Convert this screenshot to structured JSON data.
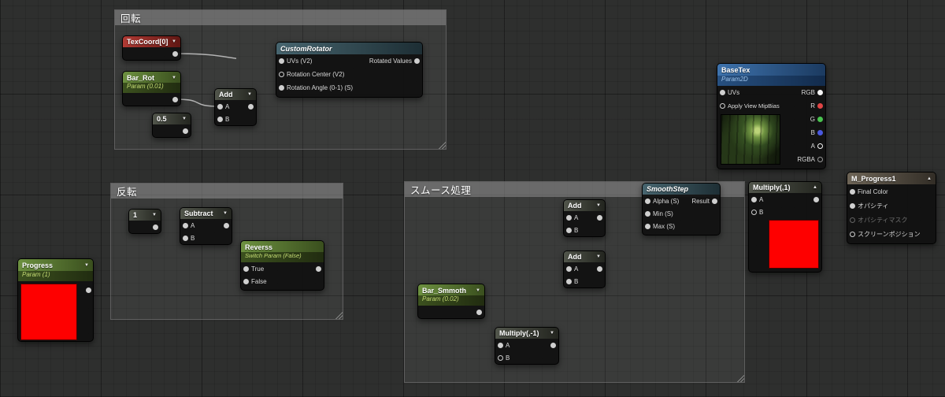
{
  "colors": {
    "wire": "#c4c4c4",
    "preview_red": "#fe0000"
  },
  "icons": {
    "collapse_down": "▼",
    "collapse_up": "▲"
  },
  "comments": {
    "rotate": {
      "label": "回転"
    },
    "invert": {
      "label": "反転"
    },
    "smooth": {
      "label": "スムース処理"
    }
  },
  "nodes": {
    "texcoord": {
      "title": "TexCoord[0]"
    },
    "bar_rot": {
      "title": "Bar_Rot",
      "subtitle": "Param (0.01)"
    },
    "half": {
      "title": "0.5"
    },
    "add1": {
      "title": "Add",
      "a": "A",
      "b": "B"
    },
    "custom_rotator": {
      "title": "CustomRotator",
      "in_uvs": "UVs (V2)",
      "in_center": "Rotation Center (V2)",
      "in_angle": "Rotation Angle (0-1) (S)",
      "out_rotated": "Rotated Values"
    },
    "basetex": {
      "title": "BaseTex",
      "subtitle": "Param2D",
      "in_uvs": "UVs",
      "in_mip": "Apply View MipBias",
      "out_rgb": "RGB",
      "out_r": "R",
      "out_g": "G",
      "out_b": "B",
      "out_a": "A",
      "out_rgba": "RGBA"
    },
    "m_progress": {
      "title": "M_Progress1",
      "in_final_color": "Final Color",
      "in_opacity": "オパシティ",
      "in_opacity_mask": "オパシティマスク",
      "in_screen_pos": "スクリーンポジション"
    },
    "multiply1": {
      "title": "Multiply(,1)",
      "a": "A",
      "b": "B"
    },
    "smoothstep": {
      "title": "SmoothStep",
      "row_alpha": "Alpha (S)",
      "row_result": "Result",
      "row_min": "Min (S)",
      "row_max": "Max (S)"
    },
    "add2": {
      "title": "Add",
      "a": "A",
      "b": "B"
    },
    "add3": {
      "title": "Add",
      "a": "A",
      "b": "B"
    },
    "one": {
      "title": "1"
    },
    "subtract": {
      "title": "Subtract",
      "a": "A",
      "b": "B"
    },
    "reverss": {
      "title": "Reverss",
      "subtitle": "Switch Param (False)",
      "in_true": "True",
      "in_false": "False"
    },
    "progress": {
      "title": "Progress",
      "subtitle": "Param (1)"
    },
    "bar_smmoth": {
      "title": "Bar_Smmoth",
      "subtitle": "Param (0.02)"
    },
    "multiply_neg": {
      "title": "Multiply(,-1)",
      "a": "A",
      "b": "B"
    }
  },
  "connections": [
    {
      "from": "texcoord.out",
      "to": "custom_rotator.in_uvs"
    },
    {
      "from": "bar_rot.out",
      "to": "add1.in_a"
    },
    {
      "from": "half.out",
      "to": "add1.in_b"
    },
    {
      "from": "add1.out",
      "to": "custom_rotator.in_angle"
    },
    {
      "from": "custom_rotator.out",
      "to": "basetex.in_uvs"
    },
    {
      "from": "custom_rotator.out",
      "to": "smoothstep.in_alpha"
    },
    {
      "from": "one.out",
      "to": "subtract.in_a"
    },
    {
      "from": "progress.out",
      "to": "subtract.in_b"
    },
    {
      "from": "progress.out",
      "to": "reverss.in_false"
    },
    {
      "from": "subtract.out",
      "to": "reverss.in_true"
    },
    {
      "from": "reverss.out",
      "to": "add2.in_a"
    },
    {
      "from": "reverss.out",
      "to": "add3.in_a"
    },
    {
      "from": "bar_smmoth.out",
      "to": "add2.in_b"
    },
    {
      "from": "bar_smmoth.out",
      "to": "multiply_neg.in_a"
    },
    {
      "from": "multiply_neg.out",
      "to": "add3.in_b"
    },
    {
      "from": "add2.out",
      "to": "smoothstep.in_min"
    },
    {
      "from": "add3.out",
      "to": "smoothstep.in_max"
    },
    {
      "from": "smoothstep.out",
      "to": "multiply1.in_a"
    },
    {
      "from": "multiply1.out",
      "to": "m_progress.in_opacity"
    },
    {
      "from": "basetex.out_rgb",
      "to": "m_progress.in_final_color"
    }
  ]
}
